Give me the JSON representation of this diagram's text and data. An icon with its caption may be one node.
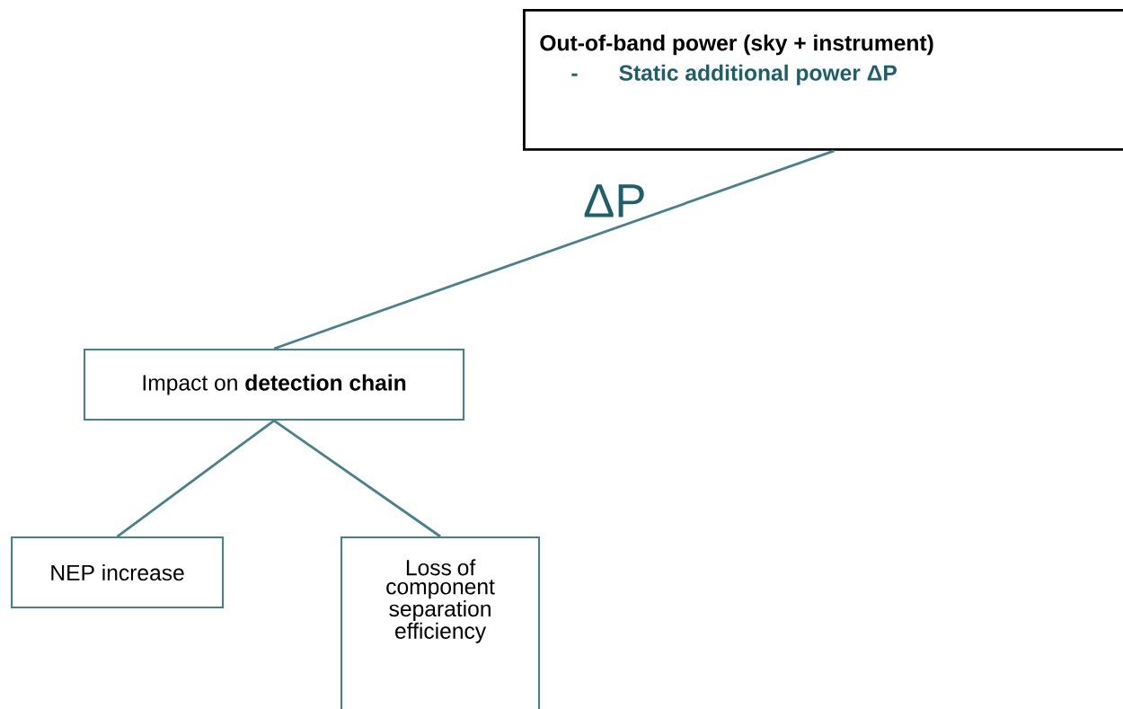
{
  "diagram": {
    "nodes": [
      {
        "text": [
          "Out-of-band power (sky + instrument)",
          "-",
          "Static additional power ΔP"
        ]
      },
      {
        "text": [
          "Impact on **detection chain**"
        ]
      },
      {
        "text": [
          "NEP increase"
        ]
      },
      {
        "text": [
          "Loss of component separation efficiency"
        ]
      }
    ],
    "edges": [
      {
        "from": 0,
        "to": 1,
        "arrow": "none",
        "label": "ΔP"
      },
      {
        "from": 1,
        "to": 2,
        "arrow": "none"
      },
      {
        "from": 1,
        "to": 3,
        "arrow": "none"
      }
    ]
  }
}
